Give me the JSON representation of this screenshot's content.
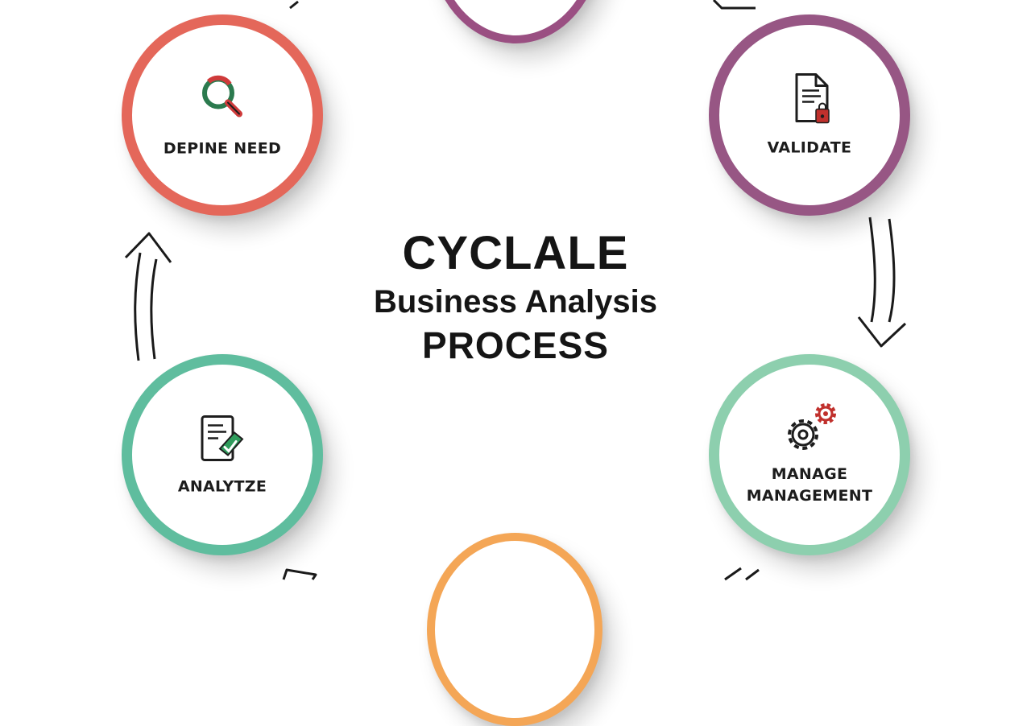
{
  "title": {
    "line1": "CYCLALE",
    "line2": "Business Analysis",
    "line3": "PROCESS"
  },
  "nodes": {
    "define": {
      "label": "DEPINE NEED",
      "color": "#e4675a",
      "icon": "magnifier-icon"
    },
    "validate": {
      "label": "VALIDATE",
      "color": "#975684",
      "icon": "document-icon"
    },
    "manage": {
      "label_line1": "MANAGE",
      "label_line2": "MANAGEMENT",
      "color": "#8dcfae",
      "icon": "gears-icon"
    },
    "analyze": {
      "label": "ANALYTZE",
      "color": "#5fbd9e",
      "icon": "checklist-icon"
    },
    "top": {
      "color": "#9a4f82"
    },
    "bottom": {
      "color": "#f4a656"
    }
  }
}
